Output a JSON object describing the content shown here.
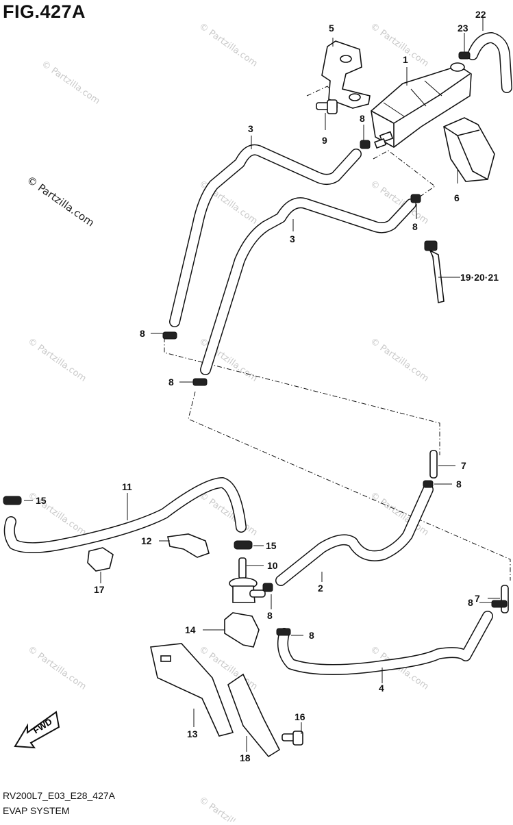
{
  "figure": {
    "title": "FIG.427A",
    "model_code": "RV200L7_E03_E28_427A",
    "section": "EVAP SYSTEM"
  },
  "watermark": {
    "text": "© Partzilla.com"
  },
  "fwd_arrow": {
    "label": "FWD"
  },
  "callouts": [
    {
      "id": "c1",
      "label": "1"
    },
    {
      "id": "c2",
      "label": "2"
    },
    {
      "id": "c3a",
      "label": "3"
    },
    {
      "id": "c3b",
      "label": "3"
    },
    {
      "id": "c4",
      "label": "4"
    },
    {
      "id": "c5",
      "label": "5"
    },
    {
      "id": "c6",
      "label": "6"
    },
    {
      "id": "c7a",
      "label": "7"
    },
    {
      "id": "c7b",
      "label": "7"
    },
    {
      "id": "c8a",
      "label": "8"
    },
    {
      "id": "c8b",
      "label": "8"
    },
    {
      "id": "c8c",
      "label": "8"
    },
    {
      "id": "c8d",
      "label": "8"
    },
    {
      "id": "c8e",
      "label": "8"
    },
    {
      "id": "c8f",
      "label": "8"
    },
    {
      "id": "c8g",
      "label": "8"
    },
    {
      "id": "c8h",
      "label": "8"
    },
    {
      "id": "c9",
      "label": "9"
    },
    {
      "id": "c10",
      "label": "10"
    },
    {
      "id": "c11",
      "label": "11"
    },
    {
      "id": "c12",
      "label": "12"
    },
    {
      "id": "c13",
      "label": "13"
    },
    {
      "id": "c14",
      "label": "14"
    },
    {
      "id": "c15a",
      "label": "15"
    },
    {
      "id": "c15b",
      "label": "15"
    },
    {
      "id": "c16",
      "label": "16"
    },
    {
      "id": "c17",
      "label": "17"
    },
    {
      "id": "c18",
      "label": "18"
    },
    {
      "id": "c19",
      "label": "19·20·21"
    },
    {
      "id": "c22",
      "label": "22"
    },
    {
      "id": "c23",
      "label": "23"
    }
  ]
}
